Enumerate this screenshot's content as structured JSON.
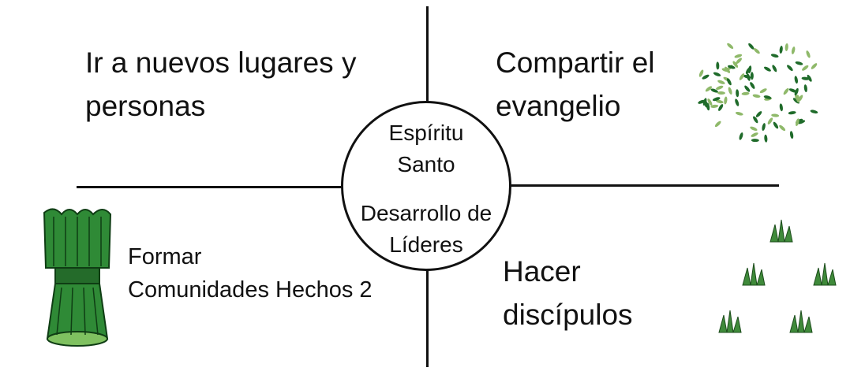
{
  "quadrants": {
    "top_left": {
      "line1": "Ir a nuevos lugares y",
      "line2": "personas"
    },
    "top_right": {
      "line1": "Compartir el",
      "line2": "evangelio"
    },
    "bottom_left": {
      "line1": "Formar",
      "line2": "Comunidades Hechos 2"
    },
    "bottom_right": {
      "line1": "Hacer",
      "line2": "discípulos"
    }
  },
  "center": {
    "top_line1": "Espíritu",
    "top_line2": "Santo",
    "bottom_line1": "Desarrollo de",
    "bottom_line2": "Líderes"
  },
  "icons": [
    "seeds-icon",
    "wheat-sheaf-icon",
    "grass-tufts-icon"
  ],
  "colors": {
    "line": "#111111",
    "green_dark": "#1f6b2a",
    "green_light": "#8fb96a"
  }
}
